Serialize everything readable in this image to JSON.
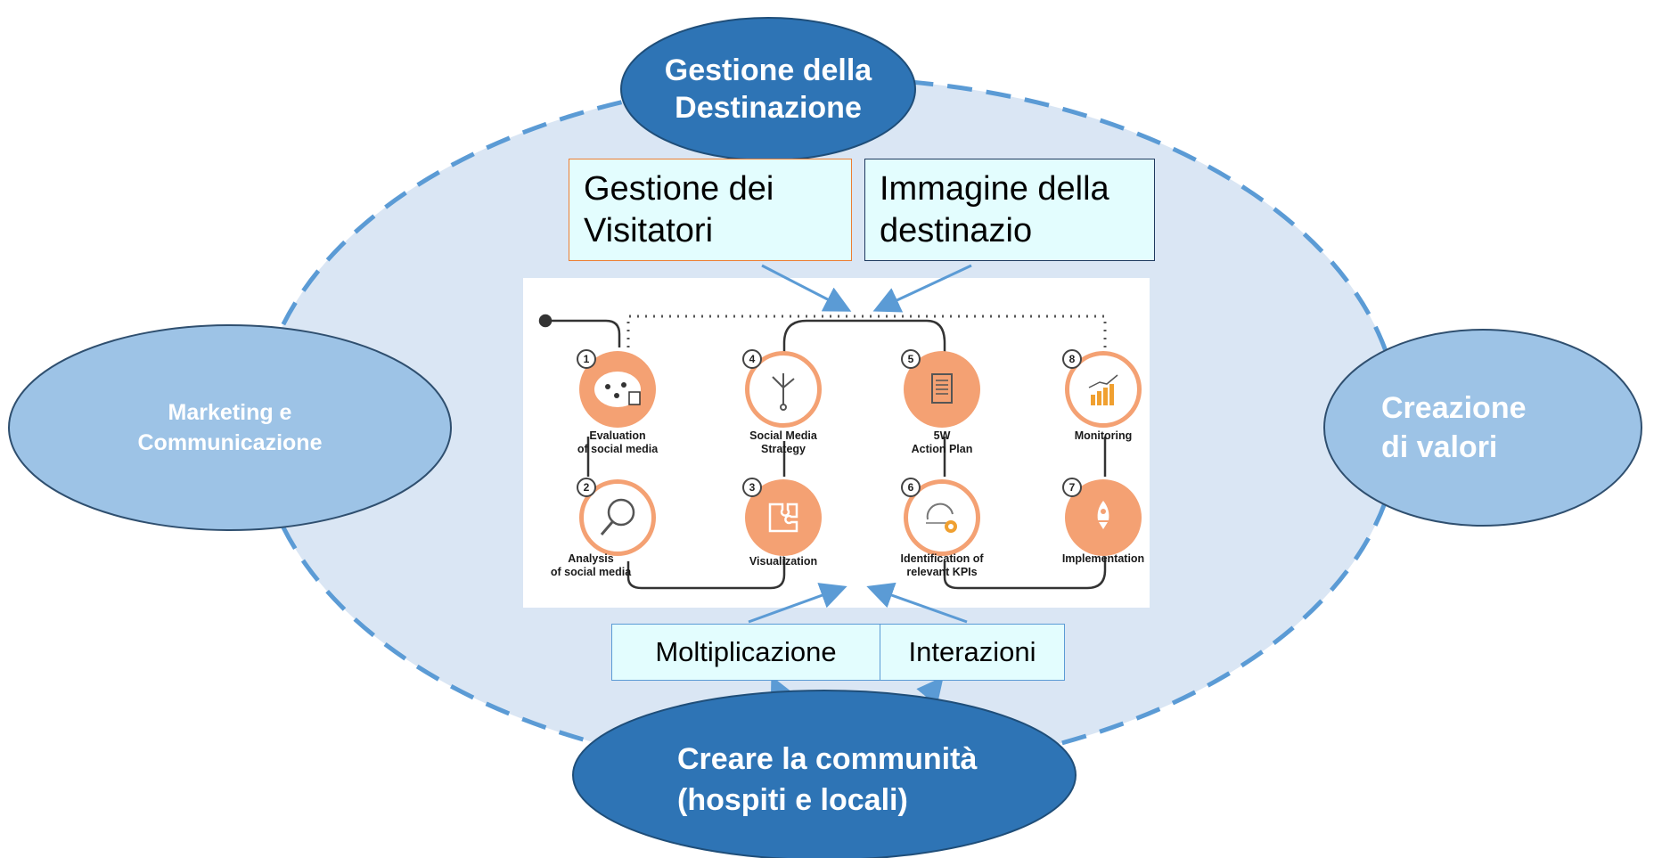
{
  "colors": {
    "accent_blue": "#2e74b5",
    "light_blue": "#9dc3e6",
    "bg_ellipse": "#dae6f4",
    "orange": "#f4a173",
    "box_fill": "#e3fdfe"
  },
  "ovals": {
    "top": [
      "Gestione della",
      "Destinazione"
    ],
    "left": [
      "Marketing e",
      "Communicazione"
    ],
    "right": [
      "Creazione",
      "di valori"
    ],
    "bottom": [
      "Creare la communità",
      "(hospiti e locali)"
    ]
  },
  "boxes": {
    "top_left": [
      "Gestione dei",
      "Visitatori"
    ],
    "top_right": [
      "Immagine della",
      "destinazio"
    ],
    "bottom_left": "Moltiplicazione",
    "bottom_right": "Interazioni"
  },
  "steps": [
    {
      "num": "1",
      "label": [
        "Evaluation",
        "of social media"
      ],
      "icon": "social-media-map-icon"
    },
    {
      "num": "2",
      "label": [
        "Analysis",
        "of social media"
      ],
      "icon": "magnifier-icon"
    },
    {
      "num": "3",
      "label": [
        "Visualization"
      ],
      "icon": "puzzle-icon"
    },
    {
      "num": "4",
      "label": [
        "Social Media",
        "Strategy"
      ],
      "icon": "branching-arrows-icon"
    },
    {
      "num": "5",
      "label": [
        "5W",
        "Action Plan"
      ],
      "icon": "document-icon"
    },
    {
      "num": "6",
      "label": [
        "Identification of",
        "relevant KPIs"
      ],
      "icon": "gear-icon"
    },
    {
      "num": "7",
      "label": [
        "Implementation"
      ],
      "icon": "rocket-icon"
    },
    {
      "num": "8",
      "label": [
        "Monitoring"
      ],
      "icon": "bar-chart-icon"
    }
  ]
}
